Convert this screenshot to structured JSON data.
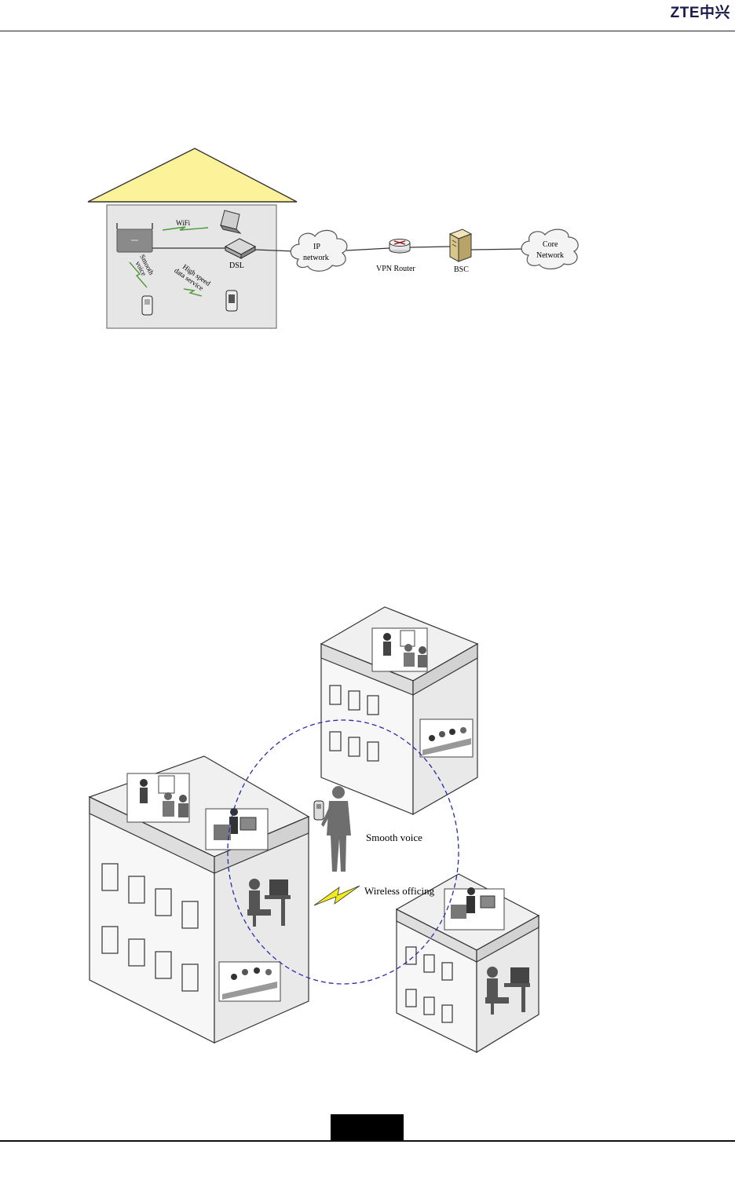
{
  "header": {
    "logo_text": "ZTE中兴"
  },
  "diagram1": {
    "labels": {
      "wifi": "WiFi",
      "dsl": "DSL",
      "smooth_voice": "Smooth voice",
      "smooth_voice_l1": "Smooth",
      "smooth_voice_l2": "voice",
      "high_speed_l1": "High speed",
      "high_speed_l2": "data service",
      "ip_network_l1": "IP",
      "ip_network_l2": "network",
      "vpn_router": "VPN Router",
      "bsc": "BSC",
      "core_network_l1": "Core",
      "core_network_l2": "Network"
    },
    "colors": {
      "roof": "#fbf29a",
      "house_wall": "#e6e6e6",
      "cloud": "#f4f4f4",
      "router": "#9a1a1a"
    }
  },
  "diagram2": {
    "labels": {
      "smooth_voice": "Smooth voice",
      "wireless_officing": "Wireless officing"
    },
    "colors": {
      "coverage_circle": "#2a2aaa",
      "lightning": "#f2ec1a",
      "building_face": "#f0f0f0"
    }
  }
}
